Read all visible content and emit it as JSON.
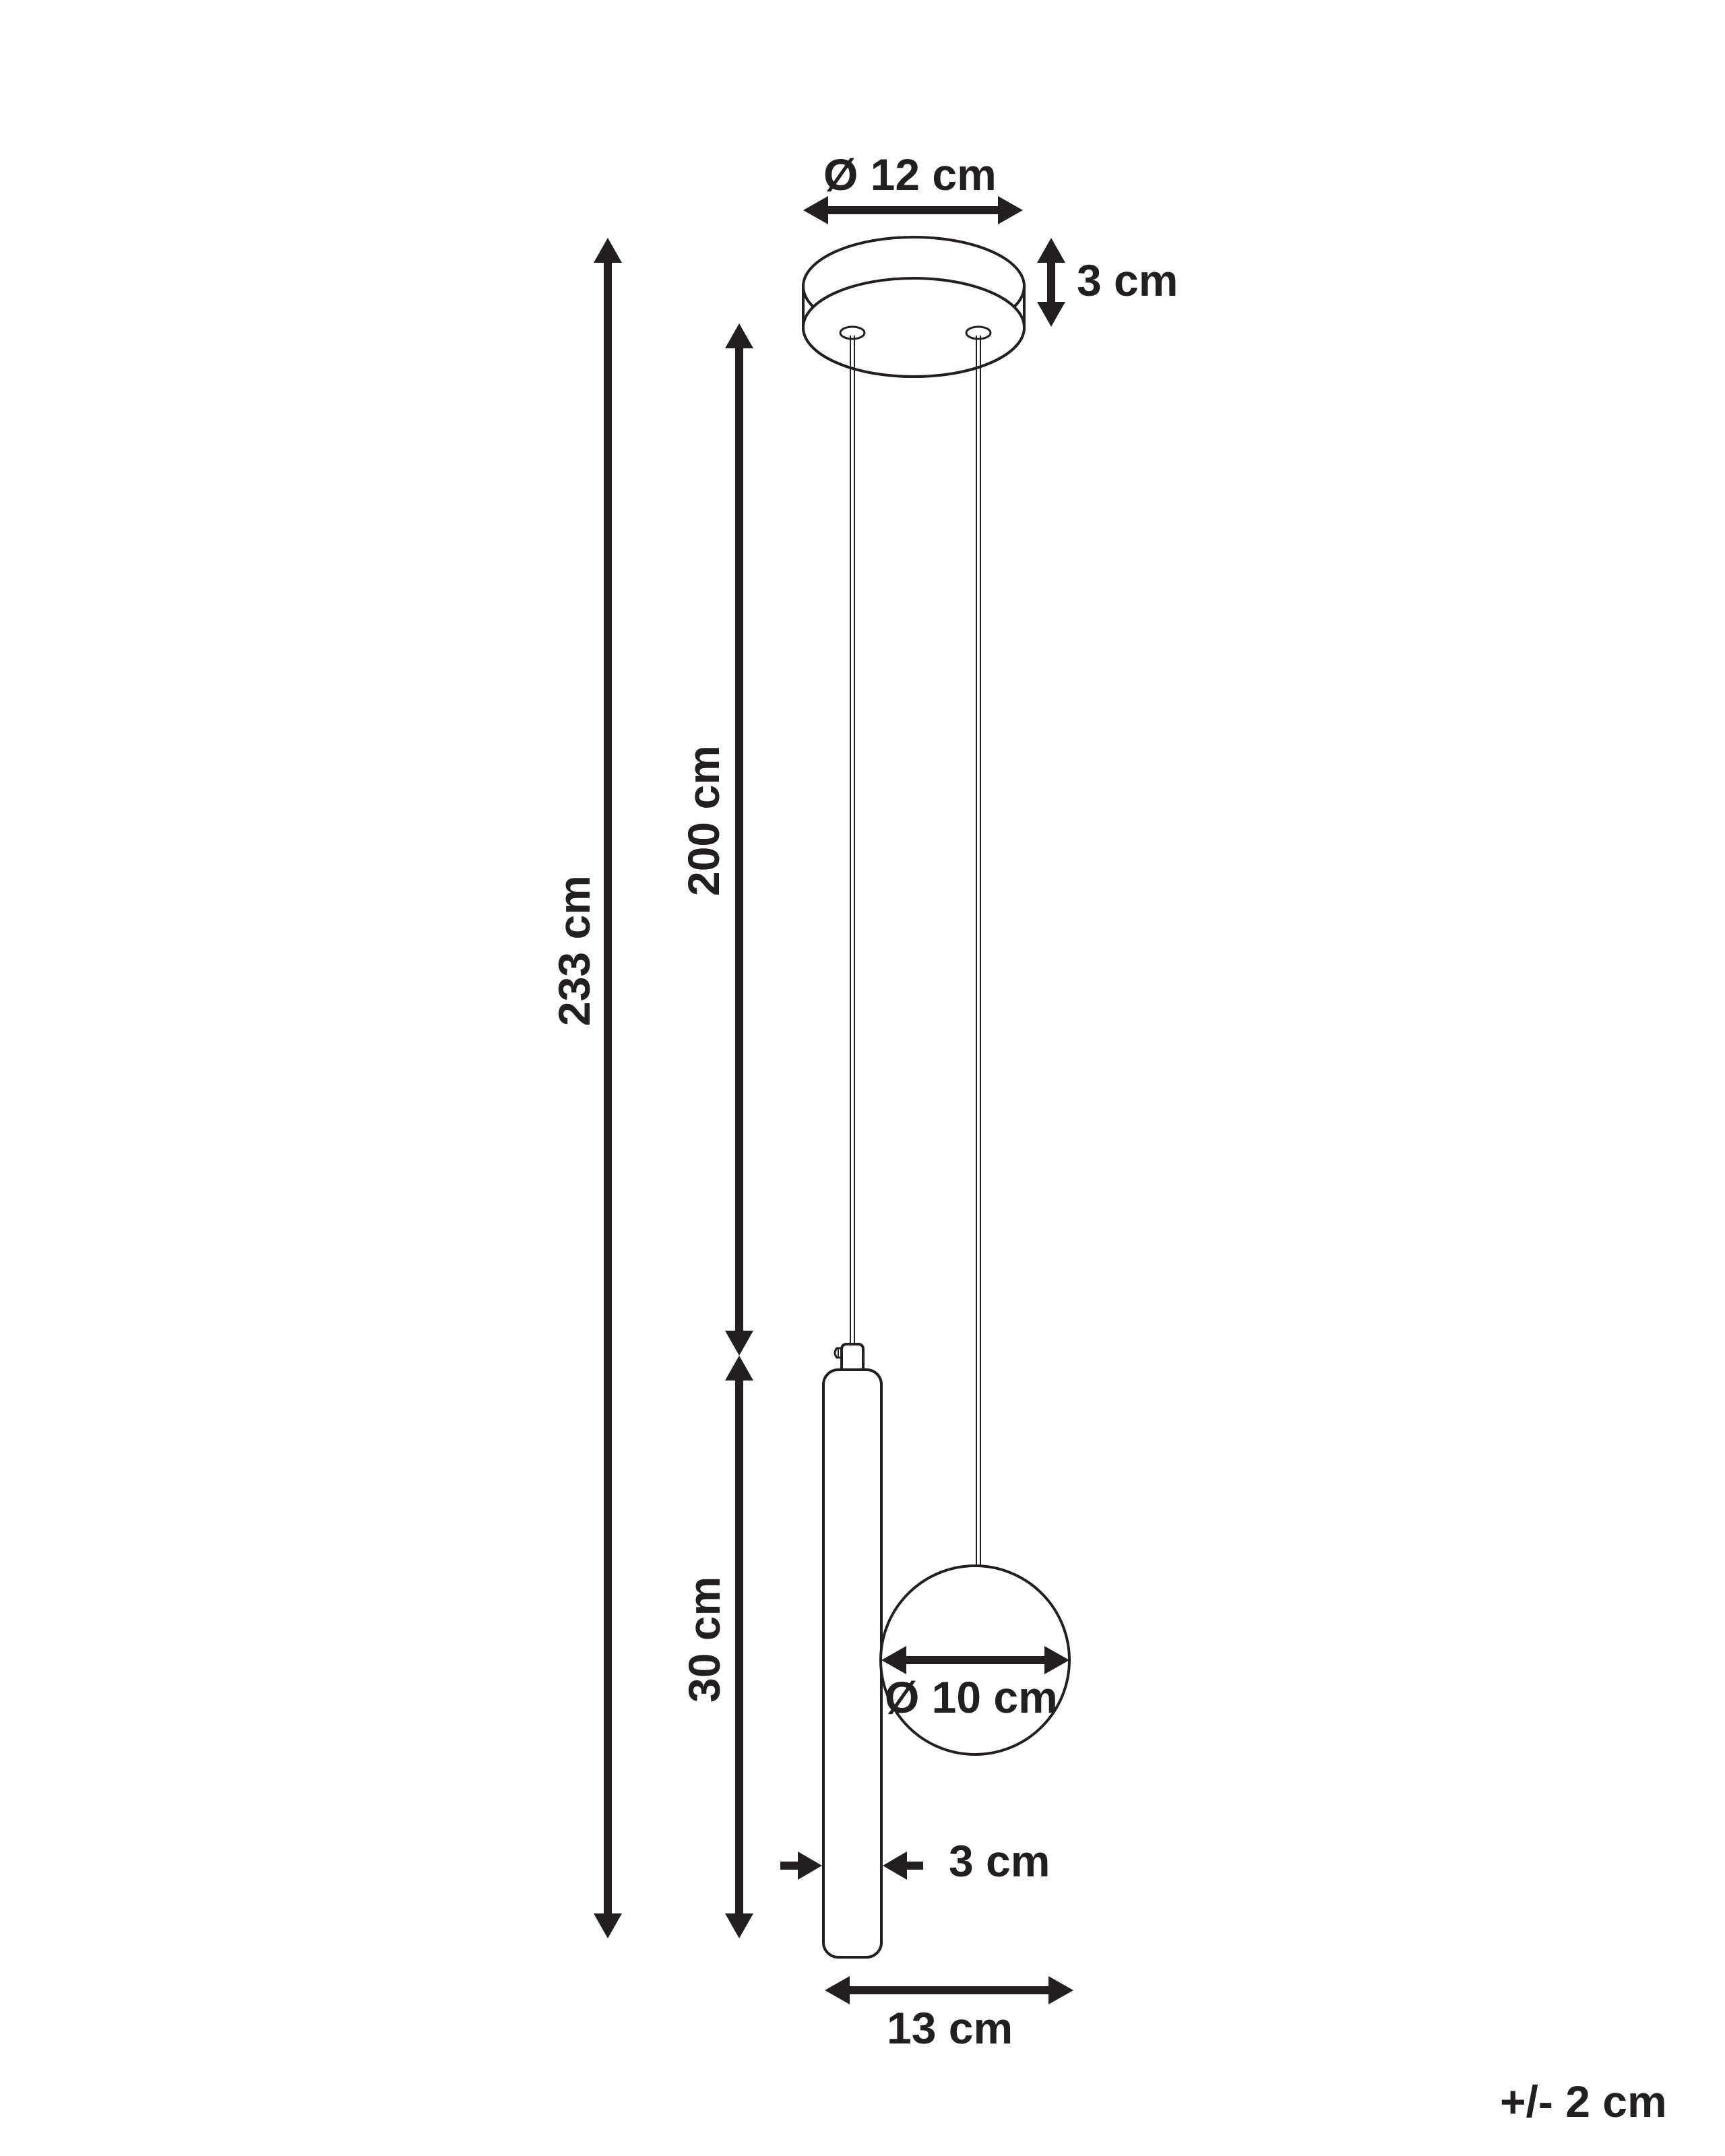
{
  "diagram": {
    "type": "dimension drawing",
    "subject": "pendant lamp with tube shade and globe shade",
    "colors": {
      "ink": "#231f20",
      "background": "#ffffff"
    },
    "labels": {
      "canopy_diameter": "Ø 12 cm",
      "canopy_height": "3 cm",
      "total_height": "233 cm",
      "cord_length": "200 cm",
      "tube_height": "30 cm",
      "globe_diameter": "Ø 10 cm",
      "tube_width": "3 cm",
      "total_width": "13 cm",
      "tolerance": "+/- 2 cm"
    }
  }
}
